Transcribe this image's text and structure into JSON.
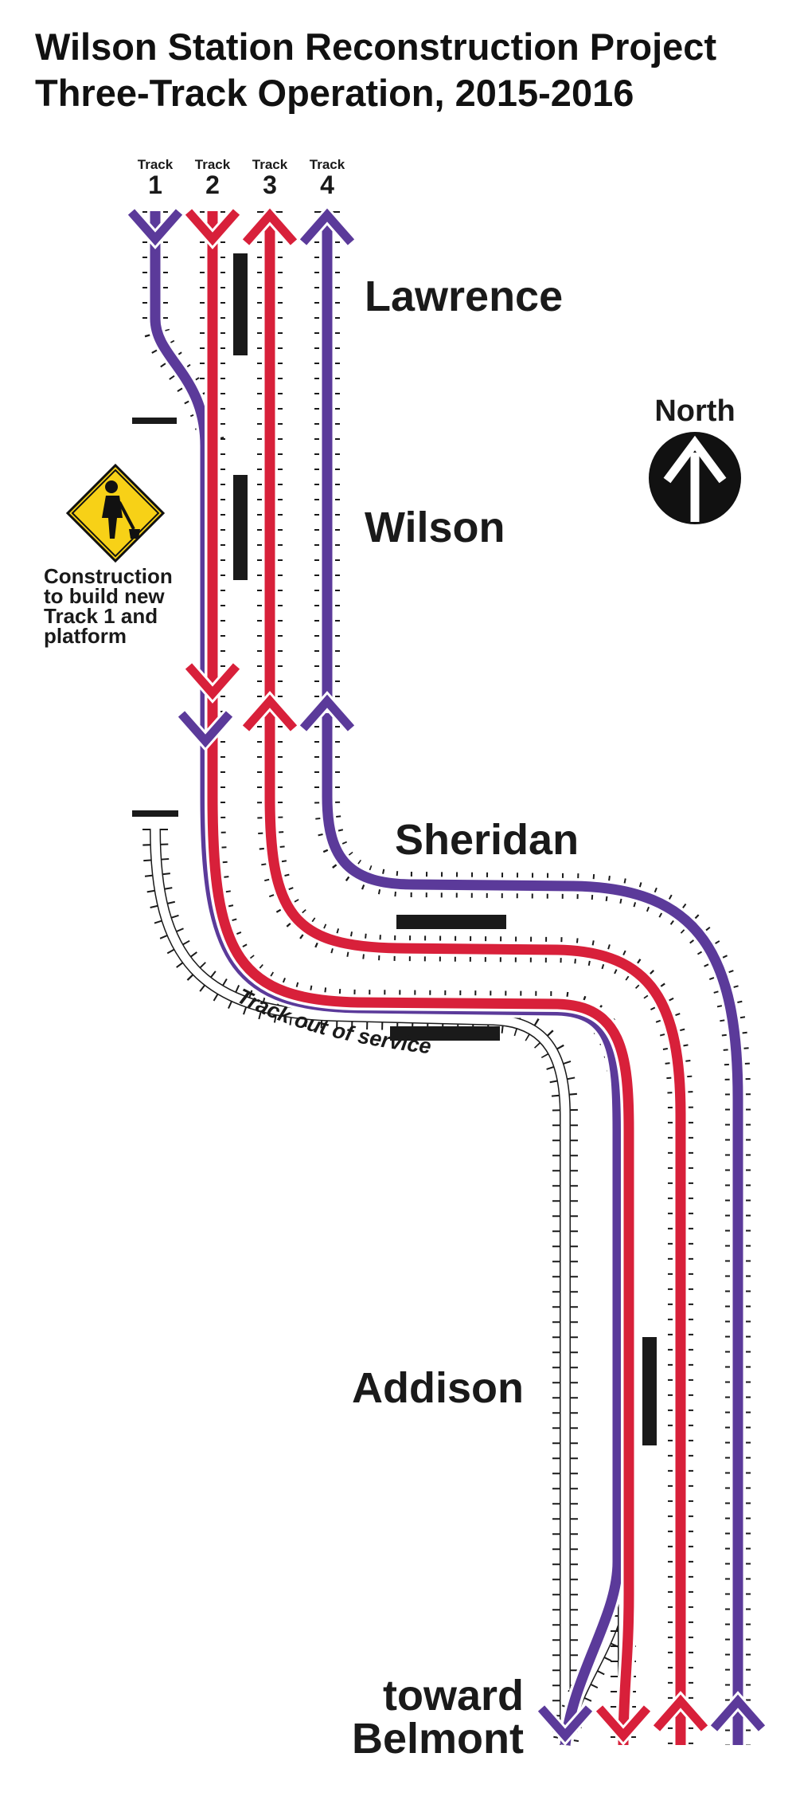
{
  "title": {
    "line1": "Wilson Station Reconstruction Project",
    "line2": "Three-Track Operation, 2015-2016"
  },
  "tracks": [
    {
      "label": "Track",
      "number": "1"
    },
    {
      "label": "Track",
      "number": "2"
    },
    {
      "label": "Track",
      "number": "3"
    },
    {
      "label": "Track",
      "number": "4"
    }
  ],
  "stations": {
    "lawrence": "Lawrence",
    "wilson": "Wilson",
    "sheridan": "Sheridan",
    "addison": "Addison",
    "toward": "toward",
    "belmont": "Belmont"
  },
  "north": {
    "label": "North"
  },
  "construction": {
    "lines": [
      "Construction",
      "to build new",
      "Track 1 and",
      "platform"
    ],
    "icon": "worker-sign-icon"
  },
  "out_of_service": "Track out of service",
  "colors": {
    "purple": "#5b3a9a",
    "red": "#d8203a",
    "track": "#1a1a1a",
    "platform": "#1a1a1a",
    "sign": "#f7d117"
  }
}
